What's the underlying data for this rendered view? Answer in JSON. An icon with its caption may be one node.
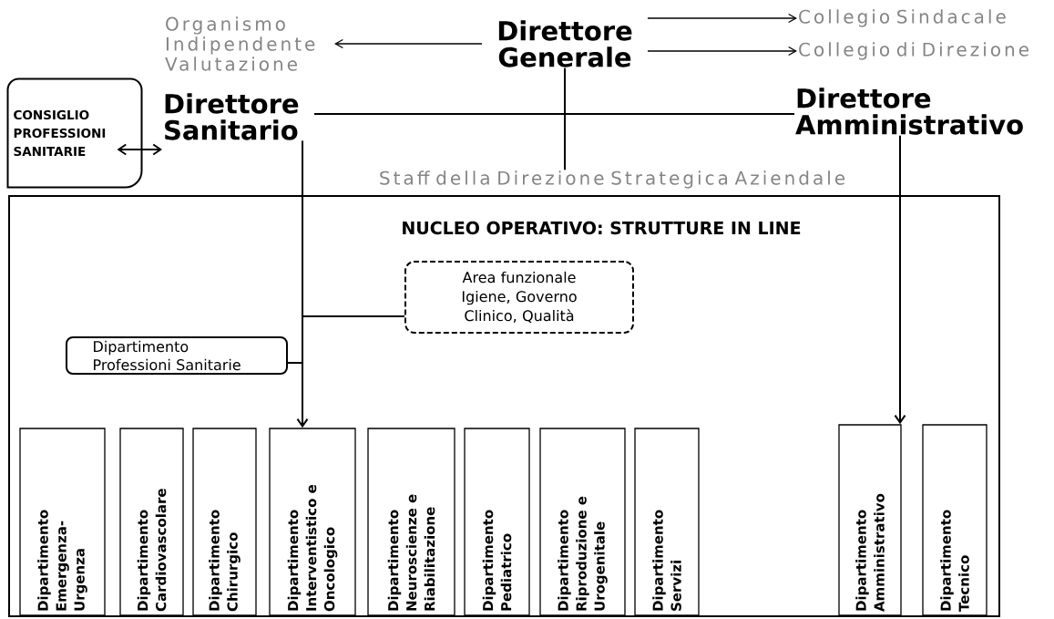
{
  "diagram": {
    "nodes": [
      {
        "text": [
          "Organismo Indipendente Valutazione"
        ]
      },
      {
        "text": [
          "Direttore Generale"
        ]
      },
      {
        "text": [
          "Collegio Sindacale"
        ]
      },
      {
        "text": [
          "Collegio di Direzione"
        ]
      },
      {
        "text": [
          "CONSIGLIO PROFESSIONI SANITARIE"
        ]
      },
      {
        "text": [
          "Direttore Sanitario"
        ]
      },
      {
        "text": [
          "Direttore Amministrativo"
        ]
      },
      {
        "text": [
          "Staff della Direzione Strategica Aziendale"
        ]
      },
      {
        "text": [
          "NUCLEO OPERATIVO: STRUTTURE IN LINE"
        ]
      },
      {
        "text": [
          "Area funzionale Igiene, Governo Clinico, Qualità"
        ],
        "in": 8
      },
      {
        "text": [
          "Dipartimento Professioni Sanitarie"
        ],
        "in": 8
      },
      {
        "text": [
          "Dipartimento Emergenza-Urgenza"
        ],
        "in": 8
      },
      {
        "text": [
          "Dipartimento Cardiovascolare"
        ],
        "in": 8
      },
      {
        "text": [
          "Dipartimento Chirurgico"
        ],
        "in": 8
      },
      {
        "text": [
          "Dipartimento Interventistico e Oncologico"
        ],
        "in": 8
      },
      {
        "text": [
          "Dipartimento Neuroscienze e Riabilitazione"
        ],
        "in": 8
      },
      {
        "text": [
          "Dipartimento Pediatrico"
        ],
        "in": 8
      },
      {
        "text": [
          "Dipartimento Riproduzione e Urogenitale"
        ],
        "in": 8
      },
      {
        "text": [
          "Dipartimento Servizi"
        ],
        "in": 8
      },
      {
        "text": [
          "Dipartimento Amministrativo"
        ],
        "in": 8
      },
      {
        "text": [
          "Dipartimento Tecnico"
        ],
        "in": 8
      }
    ],
    "edges": [
      {
        "from": 1,
        "to": 0,
        "arrow": "to"
      },
      {
        "from": 1,
        "to": 2,
        "arrow": "to"
      },
      {
        "from": 1,
        "to": 3,
        "arrow": "to"
      },
      {
        "from": 4,
        "to": 5,
        "arrow": "both"
      },
      {
        "from": 5,
        "to": 6,
        "arrow": "none"
      },
      {
        "from": 1,
        "to": 7,
        "arrow": "none"
      },
      {
        "from": 5,
        "to": 14,
        "arrow": "to"
      },
      {
        "from": 9,
        "to": 5,
        "arrow": "none"
      },
      {
        "from": 10,
        "to": 5,
        "arrow": "none"
      },
      {
        "from": 6,
        "to": 19,
        "arrow": "to"
      }
    ]
  }
}
